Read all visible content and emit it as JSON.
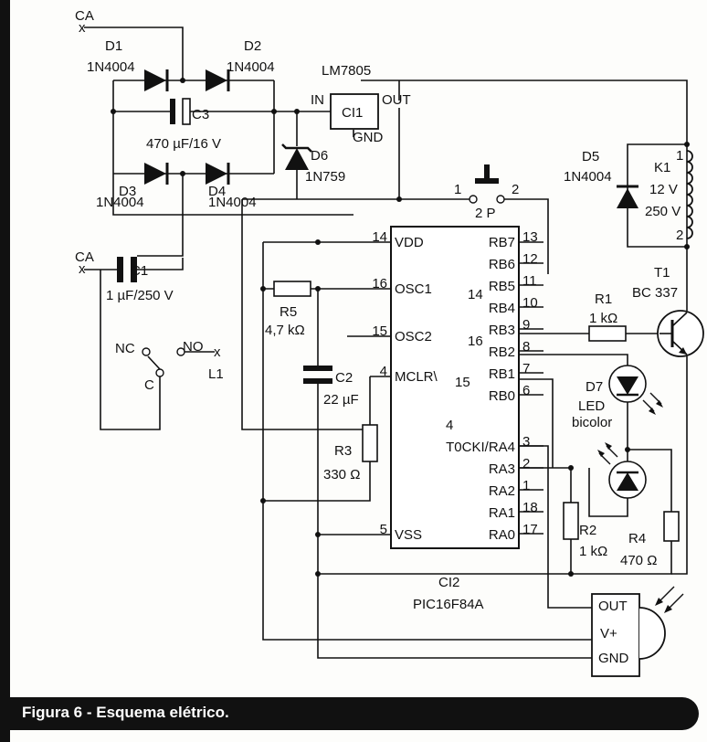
{
  "caption": "Figura 6 - Esquema elétrico.",
  "labels": {
    "ca_top": "CA",
    "ca_left": "CA",
    "d1_name": "D1",
    "d1_part": "1N4004",
    "d2_name": "D2",
    "d2_part": "1N4004",
    "d3_name": "D3",
    "d3_part": "1N4004",
    "d4_name": "D4",
    "d4_part": "1N4004",
    "c3_name": "C3",
    "c3_value": "470 µF/16 V",
    "reg_part": "LM7805",
    "reg_in": "IN",
    "reg_out": "OUT",
    "reg_gnd": "GND",
    "ci1_name": "CI1",
    "d6_name": "D6",
    "d6_part": "1N759",
    "c1_name": "C1",
    "c1_value": "1 µF/250 V",
    "sw_pin1": "1",
    "sw_pin2": "2",
    "sw_name": "2 P",
    "d5_name": "D5",
    "d5_part": "1N4004",
    "k1_name": "K1",
    "k1_v1": "12 V",
    "k1_v2": "250 V",
    "k1_pin1": "1",
    "k1_pin2": "2",
    "t1_name": "T1",
    "t1_part": "BC 337",
    "r1_name": "R1",
    "r1_value": "1 kΩ",
    "r5_name": "R5",
    "r5_value": "4,7 kΩ",
    "c2_name": "C2",
    "c2_value": "22 µF",
    "r3_name": "R3",
    "r3_value": "330 Ω",
    "r2_name": "R2",
    "r2_value": "1 kΩ",
    "r4_name": "R4",
    "r4_value": "470 Ω",
    "d7_name": "D7",
    "d7_type": "LED",
    "d7_desc": "bicolor",
    "nc": "NC",
    "no": "NO",
    "c": "C",
    "l1": "L1",
    "ci2_name": "CI2",
    "ci2_part": "PIC16F84A",
    "sensor_out": "OUT",
    "sensor_vplus": "V+",
    "sensor_gnd": "GND"
  },
  "pic": {
    "left_pins": [
      {
        "num": "14",
        "name": "VDD"
      },
      {
        "num": "16",
        "name": "OSC1"
      },
      {
        "num": "15",
        "name": "OSC2"
      },
      {
        "num": "4",
        "name": "MCLR\\"
      },
      {
        "num": "5",
        "name": "VSS"
      }
    ],
    "osc1_alt": "14",
    "osc2_alt": "16",
    "mclr_alt": "15",
    "t0_num": "4",
    "right_pins": [
      {
        "num": "13",
        "name": "RB7"
      },
      {
        "num": "12",
        "name": "RB6"
      },
      {
        "num": "11",
        "name": "RB5"
      },
      {
        "num": "10",
        "name": "RB4"
      },
      {
        "num": "9",
        "name": "RB3"
      },
      {
        "num": "8",
        "name": "RB2"
      },
      {
        "num": "7",
        "name": "RB1"
      },
      {
        "num": "6",
        "name": "RB0"
      },
      {
        "num": "3",
        "name": "T0CKI/RA4"
      },
      {
        "num": "2",
        "name": "RA3"
      },
      {
        "num": "1",
        "name": "RA2"
      },
      {
        "num": "18",
        "name": "RA1"
      },
      {
        "num": "17",
        "name": "RA0"
      }
    ]
  }
}
